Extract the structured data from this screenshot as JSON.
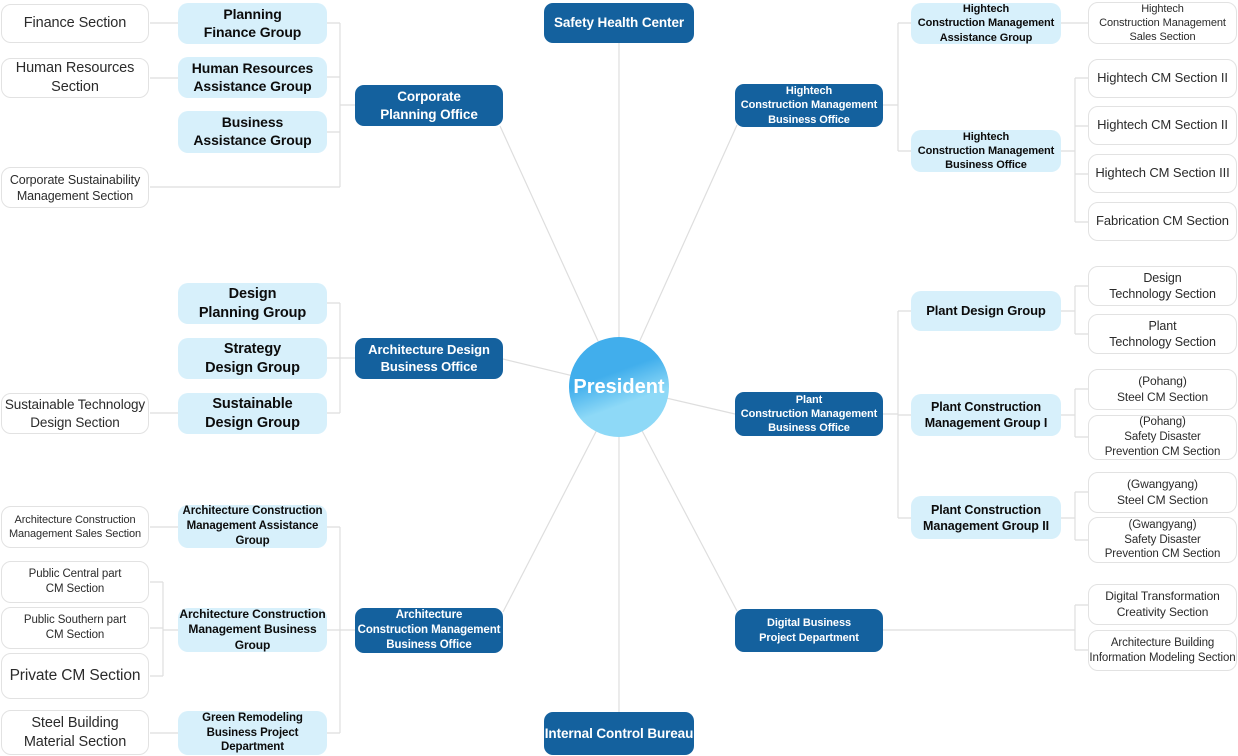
{
  "president": {
    "label": "President"
  },
  "center": {
    "safety_health_center": "Safety Health Center",
    "internal_control_bureau": "Internal Control Bureau"
  },
  "corporate_planning": {
    "office": "Corporate\nPlanning Office",
    "groups": {
      "planning_finance": "Planning\nFinance Group",
      "hr_assistance": "Human Resources\nAssistance Group",
      "business_assistance": "Business\nAssistance Group"
    },
    "sections": {
      "finance": "Finance Section",
      "human_resources": "Human Resources\nSection",
      "corporate_sustainability": "Corporate Sustainability\nManagement Section"
    }
  },
  "architecture_design": {
    "office": "Architecture Design\nBusiness Office",
    "groups": {
      "design_planning": "Design\nPlanning Group",
      "strategy_design": "Strategy\nDesign Group",
      "sustainable_design": "Sustainable\nDesign Group"
    },
    "sections": {
      "sustainable_technology": "Sustainable Technology\nDesign Section"
    }
  },
  "architecture_cm": {
    "office": "Architecture\nConstruction Management\nBusiness Office",
    "groups": {
      "assistance": "Architecture Construction\nManagement Assistance Group",
      "business": "Architecture Construction\nManagement Business Group",
      "green_remodeling": "Green Remodeling\nBusiness Project Department"
    },
    "sections": {
      "sales": "Architecture Construction\nManagement Sales Section",
      "public_central": "Public Central part\nCM Section",
      "public_southern": "Public Southern part\nCM Section",
      "private_cm": "Private CM Section",
      "steel_building": "Steel Building\nMaterial Section"
    }
  },
  "hightech_cm": {
    "office": "Hightech\nConstruction Management\nBusiness Office",
    "groups": {
      "assistance": "Hightech\nConstruction Management\nAssistance Group",
      "business": "Hightech\nConstruction Management\nBusiness Office"
    },
    "sections": {
      "sales": "Hightech\nConstruction Management\nSales Section",
      "section_2a": "Hightech CM Section II",
      "section_2b": "Hightech CM Section II",
      "section_3": "Hightech CM Section III",
      "fabrication": "Fabrication CM Section"
    }
  },
  "plant_cm": {
    "office": "Plant\nConstruction Management\nBusiness Office",
    "groups": {
      "design": "Plant Design Group",
      "group_1": "Plant Construction\nManagement Group I",
      "group_2": "Plant Construction\nManagement Group II"
    },
    "sections": {
      "design_technology": "Design\nTechnology Section",
      "plant_technology": "Plant\nTechnology Section",
      "pohang_steel": "(Pohang)\nSteel CM Section",
      "pohang_safety": "(Pohang)\nSafety Disaster\nPrevention CM Section",
      "gwangyang_steel": "(Gwangyang)\nSteel CM Section",
      "gwangyang_safety": "(Gwangyang)\nSafety Disaster\nPrevention CM Section"
    }
  },
  "digital_business": {
    "office": "Digital Business\nProject Department",
    "sections": {
      "digital_transformation": "Digital Transformation\nCreativity Section",
      "architecture_bim": "Architecture Building\nInformation Modeling Section"
    }
  },
  "colors": {
    "office_blue": "#14619e",
    "group_blue": "#d7f0fb",
    "connector_gray": "#dedede",
    "president_gradient_top": "#41aeec",
    "president_gradient_bottom": "#8ed9f7"
  }
}
